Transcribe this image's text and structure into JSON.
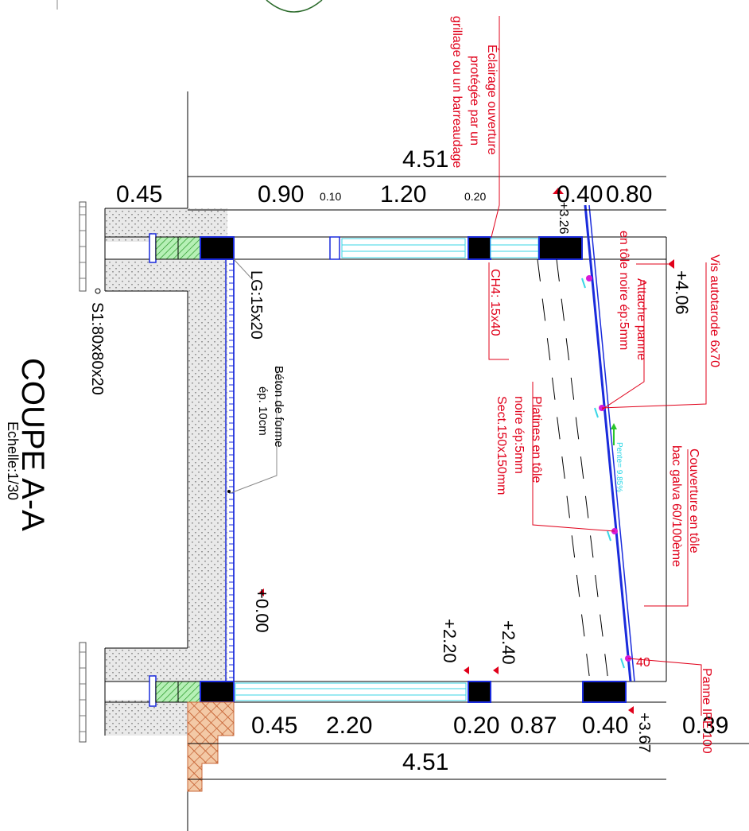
{
  "title": "COUPE A-A",
  "scale": "Echelle:1/30",
  "dimensions": {
    "top_total": "4.51",
    "top_045": "0.45",
    "top_090": "0.90",
    "top_010": "0.10",
    "top_120": "1.20",
    "top_020": "0.20",
    "top_040": "0.40",
    "top_080": "0.80",
    "bottom_045": "0.45",
    "bottom_220": "2.20",
    "bottom_020": "0.20",
    "bottom_087": "0.87",
    "bottom_040": "0.40",
    "bottom_039": "0.39",
    "bottom_total": "4.51"
  },
  "levels": {
    "lvl_326": "+3.26",
    "lvl_406": "+4.06",
    "lvl_000": "+0.00",
    "lvl_220": "+2.20",
    "lvl_240": "+2.40",
    "lvl_367": "+3.67"
  },
  "labels": {
    "s1": "S1:80x80x20",
    "lg": "LG:15x20",
    "beton_1": "Béton de forme",
    "beton_2": "ép. 10cm",
    "ch4": "CH4: 15x40",
    "eclairage_1": "Éclairage ouverture",
    "eclairage_2": "protégée par un",
    "eclairage_3": "grillage ou un barreaudage",
    "vis": "Vis autotarode 6x70",
    "attache_1": "Attache panne",
    "attache_2": "en tôle noire ép:5mm",
    "platines_1": "Platines en tôle",
    "platines_2": "noire ép:5mm",
    "platines_3": "Sect.150x150mm",
    "couverture_1": "Couverture en tôle",
    "couverture_2": "bac galva 60/100ème",
    "pente": "Pente= 9.85%",
    "panne": "Panne IPE 100",
    "panne_40": "40"
  },
  "colors": {
    "dim_text": "#000000",
    "annotation": "#e0001a",
    "structure_blue": "#1a2bdc",
    "glass_cyan": "#3ad6e6",
    "hatch_green": "#4cc24c",
    "masonry_brick": "#c8683a",
    "concrete_gray": "#bdbdbd",
    "magenta_bolt": "#d81ad8"
  }
}
